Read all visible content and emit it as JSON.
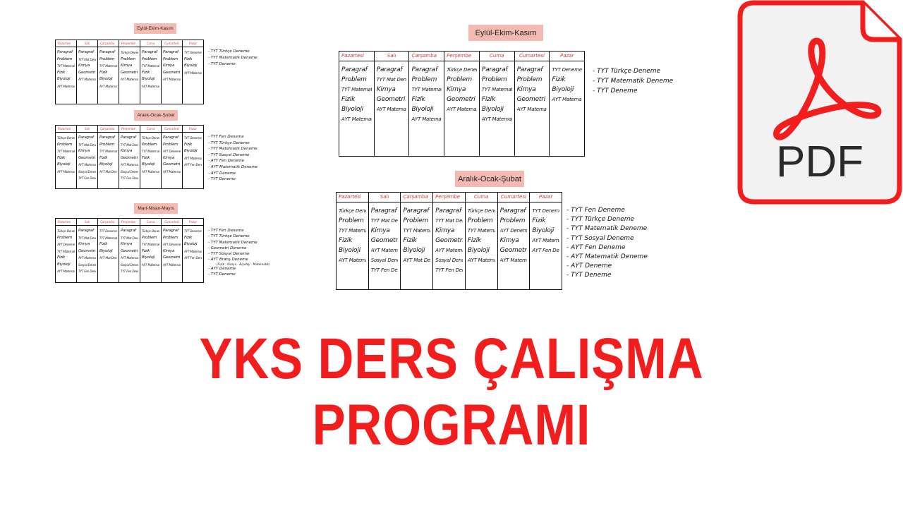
{
  "days": [
    "Pazartesi",
    "Salı",
    "Çarşamba",
    "Perşembe",
    "Cuma",
    "Cumartesi",
    "Pazar"
  ],
  "schedules": [
    {
      "id": "small-eylul",
      "title": "Eylül-Ekim-Kasım",
      "columns": [
        [
          "Paragraf",
          "Problem",
          "TYT Matematik",
          "Fizik",
          "Biyoloji",
          "AYT Matematik"
        ],
        [
          "Paragraf",
          "TYT Mat Deneme",
          "Kimya",
          "Geometri",
          "AYT Matematik"
        ],
        [
          "Paragraf",
          "Problem",
          "TYT Matematik",
          "Fizik",
          "Biyoloji",
          "AYT Matematik"
        ],
        [
          "Türkçe Deneme",
          "Problem",
          "Kimya",
          "Geometri",
          "AYT Matematik"
        ],
        [
          "Paragraf",
          "Problem",
          "TYT Matematik",
          "Fizik",
          "Biyoloji",
          "AYT Matematik"
        ],
        [
          "Paragraf",
          "Problem",
          "Kimya",
          "Geometri",
          "AYT Matematik"
        ],
        [
          "TYT Deneme",
          "Fizik",
          "Biyoloji",
          "AYT Matematik"
        ]
      ],
      "notes": [
        "- TYT Türkçe Deneme",
        "- TYT Matematik Deneme",
        "- TYT Deneme"
      ]
    },
    {
      "id": "small-aralik",
      "title": "Aralık-Ocak-Şubat",
      "columns": [
        [
          "Türkçe Deneme",
          "Problem",
          "TYT Matematik",
          "Fizik",
          "Biyoloji",
          "AYT Matematik"
        ],
        [
          "Paragraf",
          "TYT Mat Deneme",
          "Kimya",
          "Geometri",
          "AYT Matematik",
          "Sosyal Deneme",
          "TYT Fen Deneme"
        ],
        [
          "Paragraf",
          "Problem",
          "TYT Matematik",
          "Fizik",
          "Biyoloji",
          "AYT Mat Deneme"
        ],
        [
          "Paragraf",
          "TYT Mat Deneme",
          "Kimya",
          "Geometri",
          "AYT Matematik",
          "Sosyal Deneme",
          "TYT Fen Deneme"
        ],
        [
          "Türkçe Deneme",
          "Problem",
          "TYT Matematik",
          "Fizik",
          "Biyoloji",
          "AYT Matematik"
        ],
        [
          "Paragraf",
          "Problem",
          "AYT Deneme",
          "Kimya",
          "Geometri",
          "AYT Matematik"
        ],
        [
          "TYT Deneme",
          "Fizik",
          "Biyoloji",
          "AYT Matematik",
          "AYT Fen Deneme"
        ]
      ],
      "notes": [
        "- TYT Fen Deneme",
        "- TYT Türkçe Deneme",
        "- TYT Matematik Deneme",
        "- TYT Sosyal Deneme",
        "- AYT Fen Deneme",
        "- AYT Matematik Deneme",
        "- AYT Deneme",
        "- TYT Deneme"
      ]
    },
    {
      "id": "small-mart",
      "title": "Mart-Nisan-Mayıs",
      "columns": [
        [
          "Türkçe Deneme",
          "Problem",
          "AYT Deneme",
          "TYT Matematik",
          "Fizik",
          "Biyoloji",
          "AYT Matematik"
        ],
        [
          "Paragraf",
          "TYT Mat Deneme",
          "Kimya",
          "Geometri",
          "AYT Matematik",
          "Sosyal Deneme",
          "TYT Fen Deneme"
        ],
        [
          "TYT Deneme",
          "TYT Matematik",
          "Fizik",
          "Biyoloji",
          "AYT Mat Deneme"
        ],
        [
          "Paragraf",
          "TYT Mat Deneme",
          "Kimya",
          "Geometri",
          "AYT Matematik",
          "Sosyal Deneme",
          "TYT Fen Deneme"
        ],
        [
          "Türkçe Deneme",
          "Problem",
          "TYT Matematik",
          "Fizik",
          "Biyoloji",
          "AYT Matematik"
        ],
        [
          "Paragraf",
          "Problem",
          "AYT Deneme",
          "Kimya",
          "Geometri",
          "AYT Matematik"
        ],
        [
          "TYT Deneme",
          "Fizik",
          "Biyoloji",
          "AYT Matematik",
          "AYT Fen Deneme"
        ]
      ],
      "notes": [
        "- TYT Fen Deneme",
        "- TYT Türkçe Deneme",
        "- TYT Matematik Deneme",
        "- Geometri Deneme",
        "- TYT Sosyal Deneme",
        "- AYT Branş Deneme",
        "(Fizik - Kimya - Biyoloji - Matematik)",
        "- AYT Deneme",
        "- TYT Deneme"
      ]
    },
    {
      "id": "large-eylul",
      "title": "Eylül-Ekim-Kasım",
      "columns": [
        [
          "Paragraf",
          "Problem",
          "TYT Matematik",
          "Fizik",
          "Biyoloji",
          "AYT Matematik"
        ],
        [
          "Paragraf",
          "TYT Mat Deneme",
          "Kimya",
          "Geometri",
          "AYT Matematik"
        ],
        [
          "Paragraf",
          "Problem",
          "TYT Matematik",
          "Fizik",
          "Biyoloji",
          "AYT Matematik"
        ],
        [
          "Türkçe Deneme",
          "Problem",
          "Kimya",
          "Geometri",
          "AYT Matematik"
        ],
        [
          "Paragraf",
          "Problem",
          "TYT Matematik",
          "Fizik",
          "Biyoloji",
          "AYT Matematik"
        ],
        [
          "Paragraf",
          "Problem",
          "Kimya",
          "Geometri",
          "AYT Matematik"
        ],
        [
          "TYT Deneme",
          "Fizik",
          "Biyoloji",
          "AYT Matematik"
        ]
      ],
      "notes": [
        "- TYT Türkçe Deneme",
        "- TYT Matematik Deneme",
        "- TYT Deneme"
      ]
    },
    {
      "id": "large-aralik",
      "title": "Aralık-Ocak-Şubat",
      "columns": [
        [
          "Türkçe Deneme",
          "Problem",
          "TYT Matematik",
          "Fizik",
          "Biyoloji",
          "AYT Matematik"
        ],
        [
          "Paragraf",
          "TYT Mat Deneme",
          "Kimya",
          "Geometri",
          "AYT Matematik",
          "Sosyal Deneme",
          "TYT Fen Deneme"
        ],
        [
          "Paragraf",
          "Problem",
          "TYT Matematik",
          "Fizik",
          "Biyoloji",
          "AYT Mat Deneme"
        ],
        [
          "Paragraf",
          "TYT Mat Deneme",
          "Kimya",
          "Geometri",
          "AYT Matematik",
          "Sosyal Deneme",
          "TYT Fen Deneme"
        ],
        [
          "Türkçe Deneme",
          "Problem",
          "TYT Matematik",
          "Fizik",
          "Biyoloji",
          "AYT Matematik"
        ],
        [
          "Paragraf",
          "Problem",
          "AYT Deneme",
          "Kimya",
          "Geometri",
          "AYT Matematik"
        ],
        [
          "TYT Deneme",
          "Fizik",
          "Biyoloji",
          "AYT Matematik",
          "AYT Fen Deneme"
        ]
      ],
      "notes": [
        "- TYT Fen Deneme",
        "- TYT Türkçe Deneme",
        "- TYT Matematik Deneme",
        "- TYT Sosyal Deneme",
        "- AYT Fen Deneme",
        "- AYT Matematik Deneme",
        "- AYT Deneme",
        "- TYT Deneme"
      ]
    }
  ],
  "headline": "YKS DERS ÇALIŞMA PROGRAMI",
  "pdf_icon": {
    "label": "PDF",
    "icon": "pdf-file-icon",
    "border_color": "#f21d1d",
    "logo_color": "#f21d1d"
  },
  "colors": {
    "headline": "#f21d1d",
    "label_bg": "#f4b9b0",
    "day_header": "#dd3333"
  }
}
